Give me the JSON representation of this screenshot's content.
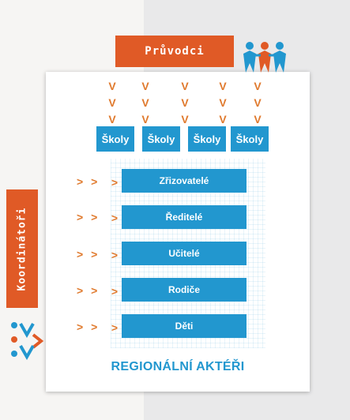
{
  "pruvodci_label": "Průvodci",
  "koordinatori_label": "Koordinátoři",
  "schools": [
    "Školy",
    "Školy",
    "Školy",
    "Školy"
  ],
  "actors": [
    "Zřizovatelé",
    "Ředitelé",
    "Učitelé",
    "Rodiče",
    "Děti"
  ],
  "chevron_down": "V",
  "chevron_right": "> >",
  "title": "REGIONÁLNÍ AKTÉŘI",
  "colors": {
    "orange": "#e05a26",
    "arrow": "#e07a2e",
    "blue": "#2297cf"
  }
}
